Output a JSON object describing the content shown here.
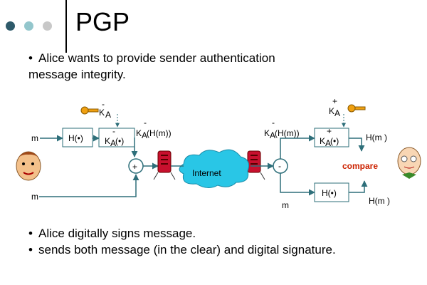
{
  "slide": {
    "title": "PGP",
    "bullets_top": [
      "Alice wants to provide sender authentication",
      "message integrity."
    ],
    "bullets_bottom": [
      "Alice digitally signs message.",
      "sends both message (in the clear) and digital signature."
    ],
    "dot_colors": [
      "#2e5a6a",
      "#93c6cc",
      "#c8c8c8"
    ]
  },
  "diagram": {
    "m_label": "m",
    "hash_fn": "H(•)",
    "key_priv": "K",
    "key_sub": "A",
    "key_minus": "-",
    "key_plus": "+",
    "signed_hash": "(H(m))",
    "enc_box_paren": "(•)",
    "plus_op": "+",
    "minus_op": "-",
    "internet": "Internet",
    "hm_label": "H(m )",
    "compare": "compare",
    "colors": {
      "line": "#2e6f7a",
      "box": "#2e6f7a",
      "compare": "#cc2200",
      "cloud": "#29c6e6",
      "key": "#f0a010"
    }
  }
}
